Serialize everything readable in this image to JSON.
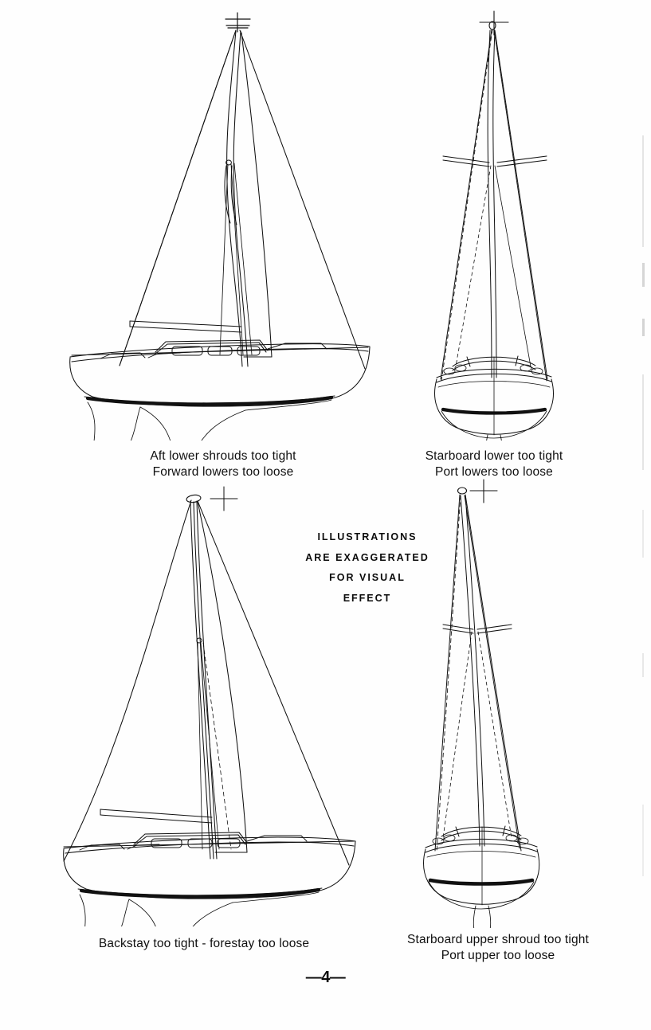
{
  "document": {
    "page_number": "—4—",
    "background_color": "#fefefe",
    "ink_color": "#101010"
  },
  "center_note": {
    "lines": [
      "ILLUSTRATIONS",
      "ARE EXAGGERATED",
      "FOR VISUAL",
      "EFFECT"
    ]
  },
  "figures": [
    {
      "id": "top-left",
      "view": "side profile",
      "caption_line1": "Aft lower shrouds too tight",
      "caption_line2": "Forward lowers too loose",
      "fault": "mast bent forward at spreaders"
    },
    {
      "id": "top-right",
      "view": "bow-on front",
      "caption_line1": "Starboard lower too tight",
      "caption_line2": "Port lowers too loose",
      "fault": "mast bowed to starboard at spreaders"
    },
    {
      "id": "bottom-left",
      "view": "side profile",
      "caption_line1": "Backstay too tight - forestay too loose",
      "caption_line2": "",
      "fault": "masthead raked aft"
    },
    {
      "id": "bottom-right",
      "view": "bow-on front",
      "caption_line1": "Starboard upper shroud too tight",
      "caption_line2": "Port upper too loose",
      "fault": "masthead leaning to starboard"
    }
  ]
}
